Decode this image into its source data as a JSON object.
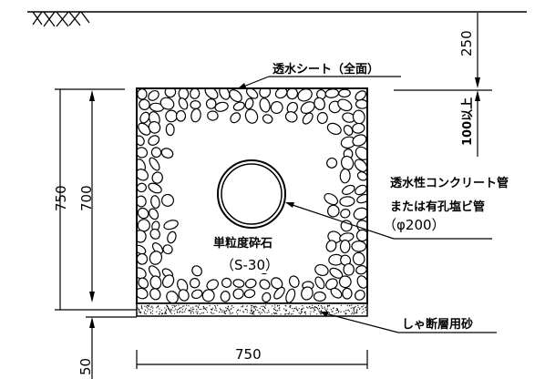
{
  "labels": {
    "sheet": "透水シート（全面）",
    "pipe_line1": "透水性コンクリート管",
    "pipe_line2": "または有孔塩ビ管",
    "pipe_line3": "（φ200）",
    "stone_line1": "単粒度砕石",
    "stone_line2": "（S-30）",
    "sand": "しゃ断層用砂"
  },
  "dimensions": {
    "top_cover": "250",
    "top_cover_min": "100以上",
    "total_height": "750",
    "stone_height": "700",
    "sand_height": "50",
    "width": "750"
  },
  "colors": {
    "line": "#000000",
    "background": "#ffffff"
  }
}
